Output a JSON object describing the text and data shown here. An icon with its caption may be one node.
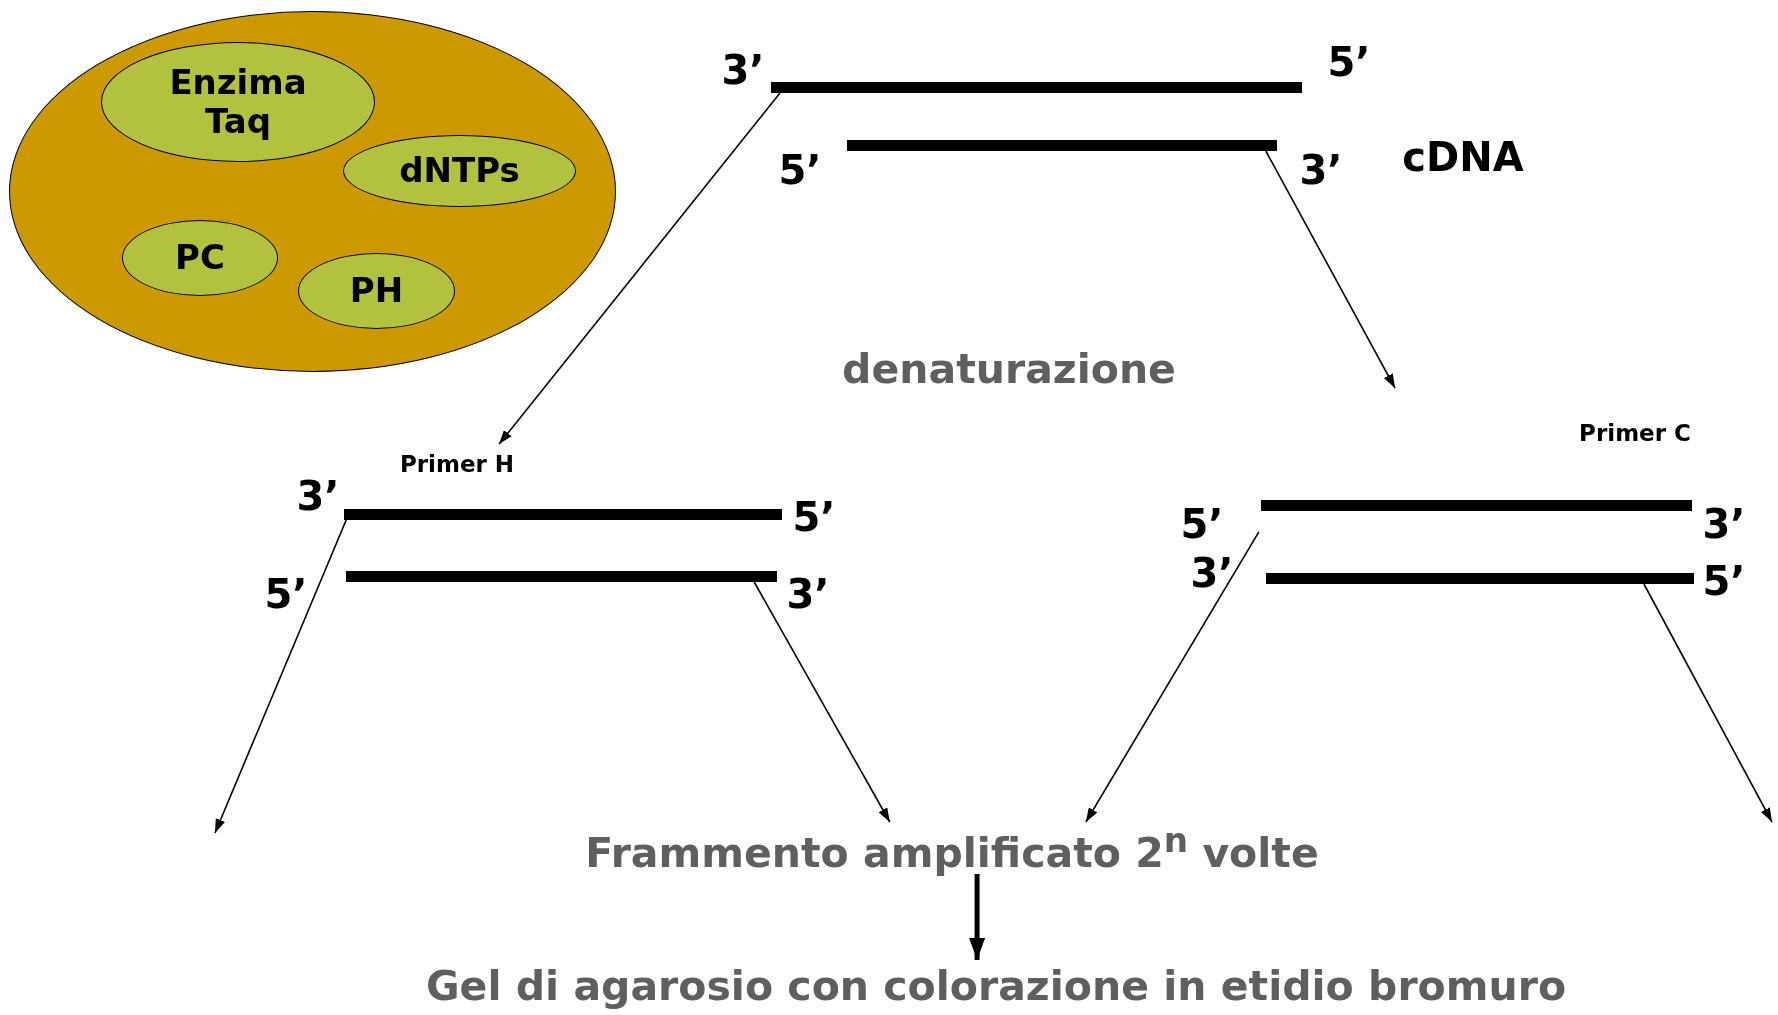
{
  "diagram": {
    "nodes": [
      {
        "text": [],
        "shape": "ellipse"
      },
      {
        "text": [
          "Enzima Taq"
        ],
        "in": 0
      },
      {
        "text": [
          "dNTPs"
        ],
        "in": 0
      },
      {
        "text": [
          "PC"
        ],
        "in": 0
      },
      {
        "text": [
          "PH"
        ],
        "in": 0
      },
      {
        "text": [],
        "shape": "bar",
        "beside": [
          "3’",
          "5’"
        ]
      },
      {
        "text": [],
        "shape": "bar",
        "beside": [
          "5’",
          "3’"
        ]
      },
      {
        "text": [],
        "shape": "bar",
        "beside": [
          "3’",
          "5’"
        ]
      },
      {
        "text": [],
        "shape": "bar",
        "beside": [
          "5’",
          "3’"
        ]
      },
      {
        "text": [],
        "shape": "bar",
        "beside": [
          "5’",
          "3’"
        ]
      },
      {
        "text": [],
        "shape": "bar",
        "beside": [
          "3’",
          "5’"
        ]
      },
      {
        "text": [
          "Frammento amplificato 2$^{n}$ volte"
        ]
      },
      {
        "text": [
          "Gel di agarosio con colorazione in etidio bromuro"
        ]
      }
    ],
    "edges": [
      {
        "from": 5,
        "to": 7,
        "arrow": "to"
      },
      {
        "from": 6,
        "to": 9,
        "arrow": "to"
      },
      {
        "from": 7,
        "to": null,
        "arrow": "to"
      },
      {
        "from": 8,
        "to": 11,
        "arrow": "to"
      },
      {
        "from": 9,
        "to": 11,
        "arrow": "to"
      },
      {
        "from": 10,
        "to": null,
        "arrow": "to"
      },
      {
        "from": 11,
        "to": 12,
        "arrow": "to",
        "style": "thick"
      }
    ],
    "labels": [
      "cDNA",
      "denaturazione",
      "Primer H",
      "Primer C"
    ]
  }
}
